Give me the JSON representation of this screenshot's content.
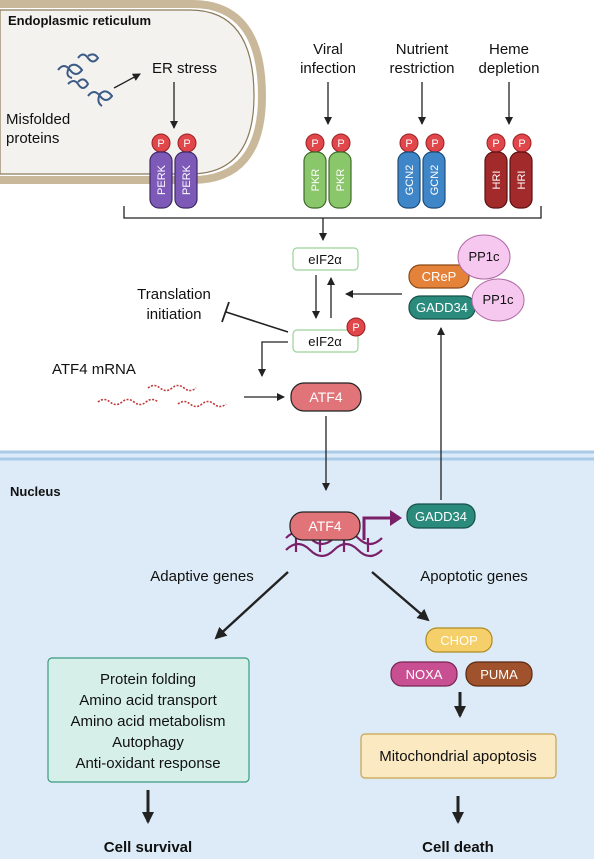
{
  "regions": {
    "er": "Endoplasmic reticulum",
    "nucleus": "Nucleus"
  },
  "er_side": {
    "misfolded_line1": "Misfolded",
    "misfolded_line2": "proteins",
    "er_stress": "ER stress"
  },
  "stimuli": {
    "viral_line1": "Viral",
    "viral_line2": "infection",
    "nutrient_line1": "Nutrient",
    "nutrient_line2": "restriction",
    "heme_line1": "Heme",
    "heme_line2": "depletion"
  },
  "kinases": {
    "perk": "PERK",
    "pkr": "PKR",
    "gcn2": "GCN2",
    "hri": "HRI"
  },
  "phospho": "P",
  "translation": {
    "eif2a": "eIF2α",
    "eif2a_p": "eIF2α",
    "translation_line1": "Translation",
    "translation_line2": "initiation",
    "atf4_mrna": "ATF4 mRNA",
    "atf4": "ATF4"
  },
  "phosphatase": {
    "crep": "CReP",
    "gadd34": "GADD34",
    "pp1c": "PP1c"
  },
  "nucleus": {
    "atf4": "ATF4",
    "gadd34": "GADD34",
    "adaptive_genes": "Adaptive genes",
    "apoptotic_genes": "Apoptotic genes",
    "survival_items": [
      "Protein folding",
      "Amino acid transport",
      "Amino acid metabolism",
      "Autophagy",
      "Anti-oxidant response"
    ],
    "chop": "CHOP",
    "noxa": "NOXA",
    "puma": "PUMA",
    "mito": "Mitochondrial apoptosis",
    "cell_survival": "Cell survival",
    "cell_death": "Cell death"
  },
  "colors": {
    "perk": "#7d5ab8",
    "pkr": "#8ac66a",
    "gcn2": "#3f86c8",
    "hri": "#a32a2a",
    "phospho": "#e0464a",
    "atf4": "#e07478",
    "gadd34": "#2a8a7c",
    "crep": "#e4823a",
    "pp1c": "#f6c7ef",
    "chop": "#f5d06a",
    "noxa": "#c94f93",
    "puma": "#a0522d",
    "nucleus_bg": "#dcebf7",
    "survival_box": "#d7efe9",
    "mito_box": "#fbe9c1"
  }
}
